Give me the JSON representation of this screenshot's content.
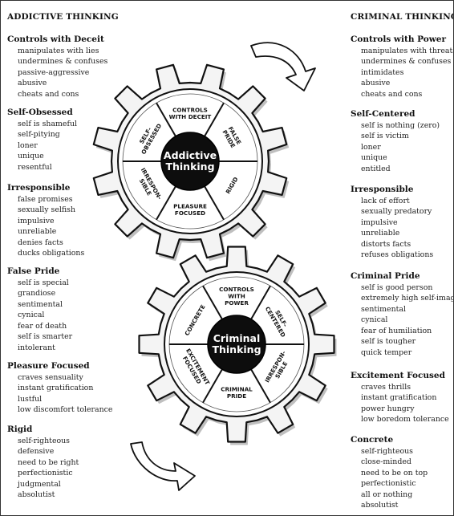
{
  "left_column": {
    "title": "ADDICTIVE THINKING",
    "sections": [
      {
        "heading": "Controls with Deceit",
        "items": [
          "manipulates with lies",
          "undermines & confuses",
          "passive-aggressive",
          "abusive",
          "cheats and cons"
        ]
      },
      {
        "heading": "Self-Obsessed",
        "items": [
          "self is shameful",
          "self-pitying",
          "loner",
          "unique",
          "resentful"
        ]
      },
      {
        "heading": "Irresponsible",
        "items": [
          "false promises",
          "sexually selfish",
          "impulsive",
          "unreliable",
          "denies facts",
          "ducks obligations"
        ]
      },
      {
        "heading": "False Pride",
        "items": [
          "self is special",
          "grandiose",
          "sentimental",
          "cynical",
          "fear of death",
          "self is smarter",
          "intolerant"
        ]
      },
      {
        "heading": "Pleasure Focused",
        "items": [
          "craves sensuality",
          "instant gratification",
          "lustful",
          "low discomfort tolerance"
        ]
      },
      {
        "heading": "Rigid",
        "items": [
          "self-righteous",
          "defensive",
          "need to be right",
          "perfectionistic",
          "judgmental",
          "absolutist"
        ]
      }
    ]
  },
  "right_column": {
    "title": "CRIMINAL THINKING",
    "sections": [
      {
        "heading": "Controls with Power",
        "items": [
          "manipulates with threats",
          "undermines & confuses",
          "intimidates",
          "abusive",
          "cheats and cons"
        ]
      },
      {
        "heading": "Self-Centered",
        "items": [
          "self is nothing (zero)",
          "self is victim",
          "loner",
          "unique",
          "entitled"
        ]
      },
      {
        "heading": "Irresponsible",
        "items": [
          "lack of effort",
          "sexually predatory",
          "impulsive",
          "unreliable",
          "distorts facts",
          "refuses obligations"
        ]
      },
      {
        "heading": "Criminal Pride",
        "items": [
          "self is good person",
          "extremely high self-image",
          "sentimental",
          "cynical",
          "fear of humiliation",
          "self is tougher",
          "quick temper"
        ]
      },
      {
        "heading": "Excitement Focused",
        "items": [
          "craves thrills",
          "instant gratification",
          "power hungry",
          "low boredom tolerance"
        ]
      },
      {
        "heading": "Concrete",
        "items": [
          "self-righteous",
          "close-minded",
          "need to be on top",
          "perfectionistic",
          "all or nothing",
          "absolutist"
        ]
      }
    ]
  },
  "top_gear": {
    "hub": [
      "Addictive",
      "Thinking"
    ],
    "segments": [
      {
        "lines": [
          "CONTROLS",
          "WITH DECEIT"
        ]
      },
      {
        "lines": [
          "FALSE",
          "PRIDE"
        ]
      },
      {
        "lines": [
          "RIGID"
        ]
      },
      {
        "lines": [
          "PLEASURE",
          "FOCUSED"
        ]
      },
      {
        "lines": [
          "IRRESPON-",
          "SIBLE"
        ]
      },
      {
        "lines": [
          "SELF-",
          "OBSESSED"
        ]
      }
    ]
  },
  "bottom_gear": {
    "hub": [
      "Criminal",
      "Thinking"
    ],
    "segments": [
      {
        "lines": [
          "CONTROLS",
          "WITH",
          "POWER"
        ]
      },
      {
        "lines": [
          "SELF-",
          "CENTERED"
        ]
      },
      {
        "lines": [
          "IRRESPON-",
          "SIBLE"
        ]
      },
      {
        "lines": [
          "CRIMINAL",
          "PRIDE"
        ]
      },
      {
        "lines": [
          "EXCITEMENT",
          "FOCUSED"
        ]
      },
      {
        "lines": [
          "CONCRETE"
        ]
      }
    ]
  },
  "colors": {
    "ink": "#111111",
    "gear_fill": "#f4f4f4",
    "gear_shadow": "#8a8a8a",
    "hub": "#0d0d0d"
  }
}
